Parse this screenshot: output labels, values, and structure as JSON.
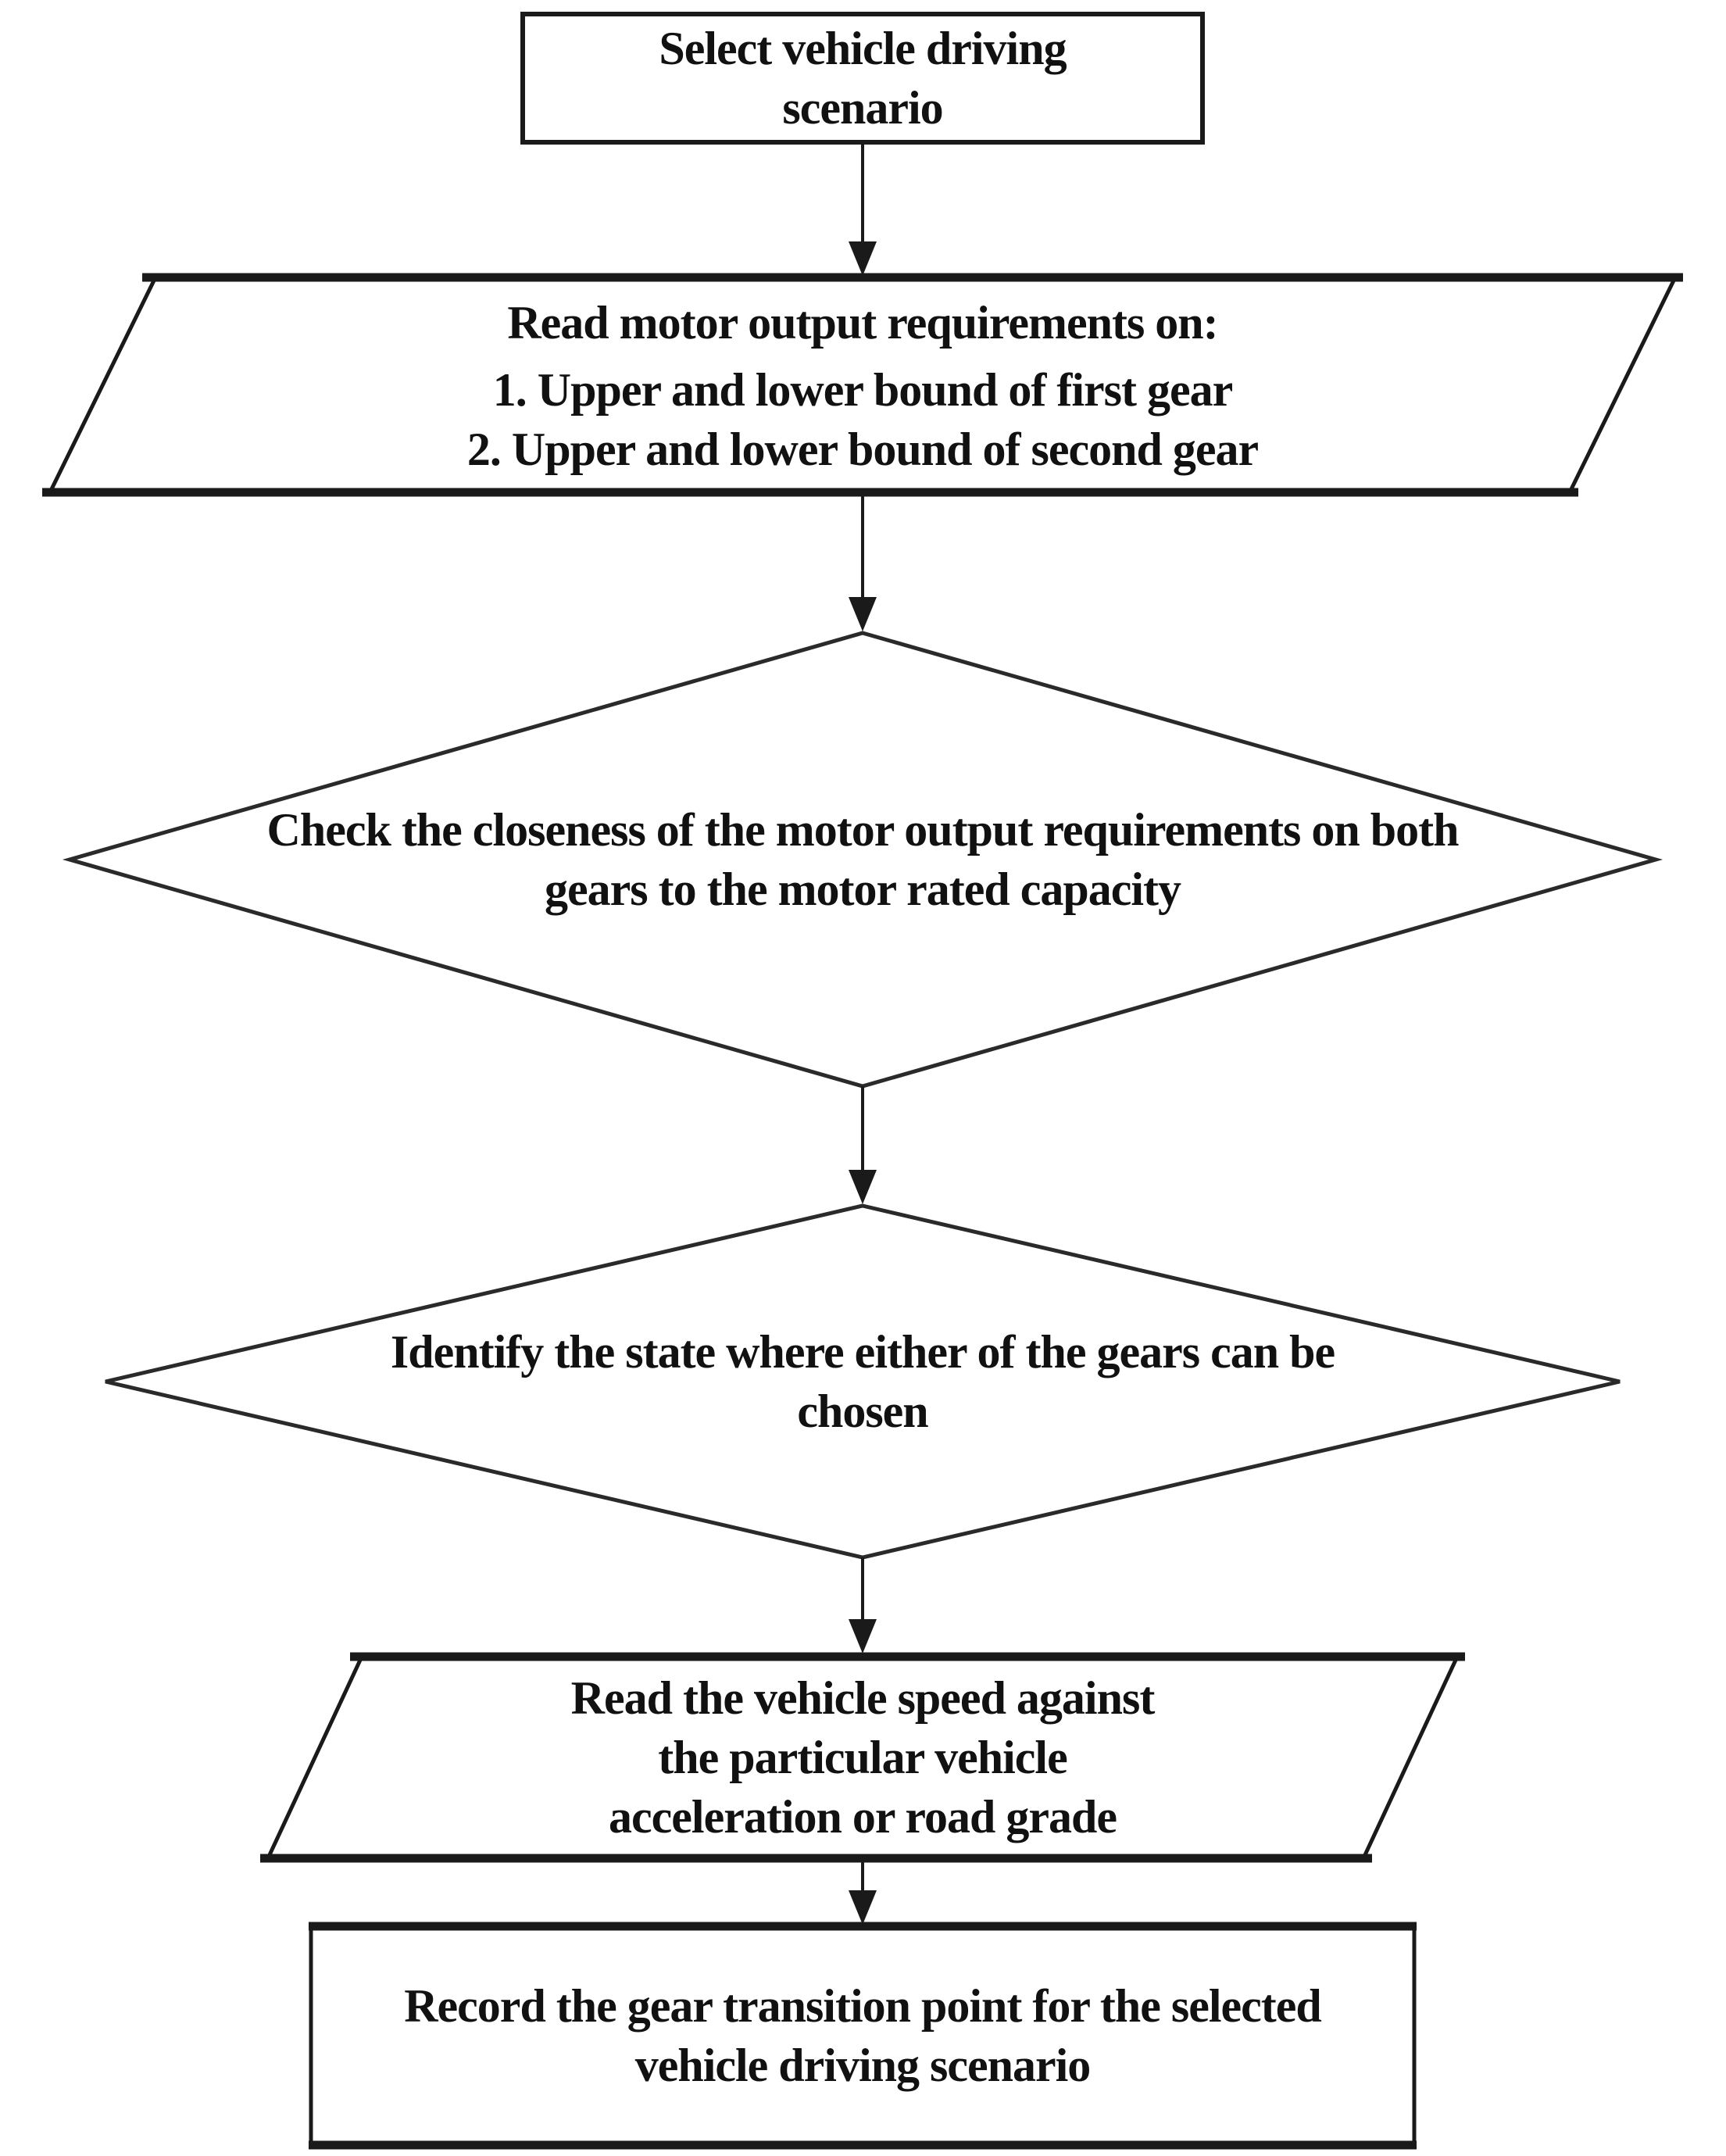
{
  "diagram": {
    "type": "flowchart",
    "background_color": "#ffffff",
    "line_color": "#1a1a1a",
    "text_color": "#111111",
    "orientation": "top-to-bottom",
    "nodes": [
      {
        "id": "start",
        "shape": "rectangle",
        "lines": [
          "Select vehicle driving",
          "scenario"
        ]
      },
      {
        "id": "read-motor-output",
        "shape": "parallelogram",
        "lines": [
          "Read motor output requirements on:",
          "1. Upper and lower bound of first gear",
          "2. Upper and lower bound of second gear"
        ]
      },
      {
        "id": "check-closeness",
        "shape": "diamond",
        "lines": [
          "Check the closeness of the motor output requirements on both",
          "gears to the motor rated capacity"
        ]
      },
      {
        "id": "identify-state",
        "shape": "diamond",
        "lines": [
          "Identify the state where either of the gears can be",
          "chosen"
        ]
      },
      {
        "id": "read-vehicle-speed",
        "shape": "parallelogram",
        "lines": [
          "Read the vehicle speed against",
          "the particular vehicle",
          "acceleration or road grade"
        ]
      },
      {
        "id": "record-transition",
        "shape": "rectangle",
        "lines": [
          "Record the gear transition point for the selected",
          "vehicle driving scenario"
        ]
      }
    ],
    "edges": [
      {
        "from": "start",
        "to": "read-motor-output",
        "style": "arrow-down"
      },
      {
        "from": "read-motor-output",
        "to": "check-closeness",
        "style": "arrow-down"
      },
      {
        "from": "check-closeness",
        "to": "identify-state",
        "style": "arrow-down"
      },
      {
        "from": "identify-state",
        "to": "read-vehicle-speed",
        "style": "arrow-down"
      },
      {
        "from": "read-vehicle-speed",
        "to": "record-transition",
        "style": "arrow-down"
      }
    ]
  }
}
